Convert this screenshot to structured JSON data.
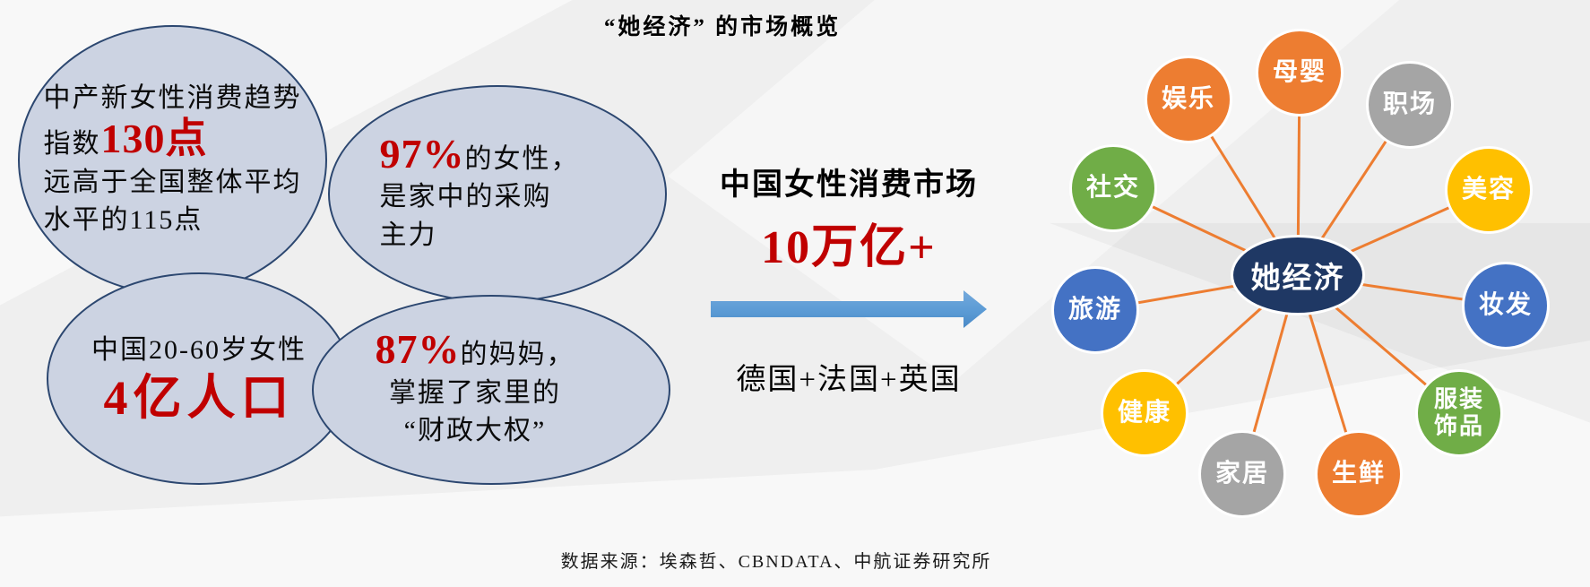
{
  "title": "“她经济” 的市场概览",
  "bubbles": [
    {
      "line1": "中产新女性消费趋势",
      "line2_prefix": "指数",
      "line2_highlight": "130点",
      "line3": "远高于全国整体平均",
      "line4": "水平的115点"
    },
    {
      "highlight": "97%",
      "line1_rest": "的女性，",
      "line2": "是家中的采购",
      "line3": "主力"
    },
    {
      "line1": "中国20-60岁女性",
      "highlight": "4亿人口"
    },
    {
      "highlight": "87%",
      "line1_rest": "的妈妈，",
      "line2": "掌握了家里的",
      "line3": "“财政大权”"
    }
  ],
  "market": {
    "title": "中国女性消费市场",
    "amount": "10万亿+",
    "comparison": "德国+法国+英国"
  },
  "hub": {
    "center_label": "她经济",
    "center_color": "#1F3864",
    "line_color": "#ED7D31",
    "nodes": [
      {
        "label": "娱乐",
        "color": "#ED7D31"
      },
      {
        "label": "母婴",
        "color": "#ED7D31"
      },
      {
        "label": "职场",
        "color": "#A5A5A5"
      },
      {
        "label": "社交",
        "color": "#70AD47"
      },
      {
        "label": "美容",
        "color": "#FFC000"
      },
      {
        "label": "旅游",
        "color": "#4472C4"
      },
      {
        "label": "妆发",
        "color": "#4472C4"
      },
      {
        "label": "健康",
        "color": "#FFC000"
      },
      {
        "label": "家居",
        "color": "#A5A5A5"
      },
      {
        "label": "生鲜",
        "color": "#ED7D31"
      },
      {
        "label": "服装\n饰品",
        "color": "#70AD47"
      }
    ]
  },
  "source": "数据来源：埃森哲、CBNDATA、中航证券研究所",
  "colors": {
    "highlight_red": "#C00000",
    "bubble_fill": "#CCD3E2",
    "bubble_border": "#2C4770",
    "arrow_blue": "#5B9BD5",
    "background": "#EFEFEF"
  }
}
